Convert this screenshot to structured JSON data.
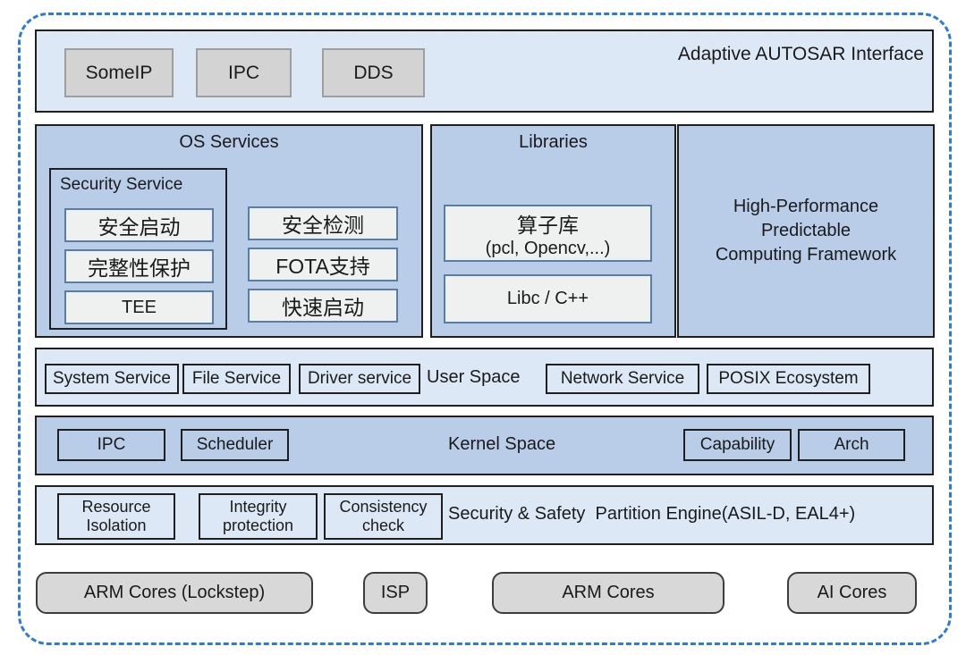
{
  "colors": {
    "frame_dash_blue": "#2b7cd3",
    "row_light_blue": "#dce8f5",
    "row_mid_blue": "#b9cde8",
    "chip_gray": "#d3d3d3",
    "inner_chip_fill": "#eff1f0",
    "inner_chip_border": "#567ea9"
  },
  "top_bar": {
    "title": "Adaptive AUTOSAR Interface",
    "chips": [
      "SomeIP",
      "IPC",
      "DDS"
    ]
  },
  "middle": {
    "os_services": {
      "title": "OS Services",
      "security_service": {
        "title": "Security Service",
        "items": [
          "安全启动",
          "完整性保护",
          "TEE"
        ]
      },
      "right_items": [
        "安全检测",
        "FOTA支持",
        "快速启动"
      ]
    },
    "libraries": {
      "title": "Libraries",
      "item1_line1": "算子库",
      "item1_line2": "(pcl, Opencv,...)",
      "item2": "Libc / C++"
    },
    "framework": {
      "lines": [
        "High-Performance",
        "Predictable",
        "Computing Framework"
      ]
    }
  },
  "user_space": {
    "label": "User Space",
    "items": [
      "System Service",
      "File Service",
      "Driver service",
      "Network Service",
      "POSIX Ecosystem"
    ]
  },
  "kernel_space": {
    "label": "Kernel Space",
    "items": [
      "IPC",
      "Scheduler",
      "Capability",
      "Arch"
    ]
  },
  "security_row": {
    "label": "Security & Safety  Partition Engine(ASIL-D, EAL4+)",
    "items": [
      {
        "line1": "Resource",
        "line2": "Isolation"
      },
      {
        "line1": "Integrity",
        "line2": "protection"
      },
      {
        "line1": "Consistency",
        "line2": "check"
      }
    ]
  },
  "hardware": {
    "chips": [
      "ARM Cores (Lockstep)",
      "ISP",
      "ARM Cores",
      "AI Cores"
    ]
  }
}
